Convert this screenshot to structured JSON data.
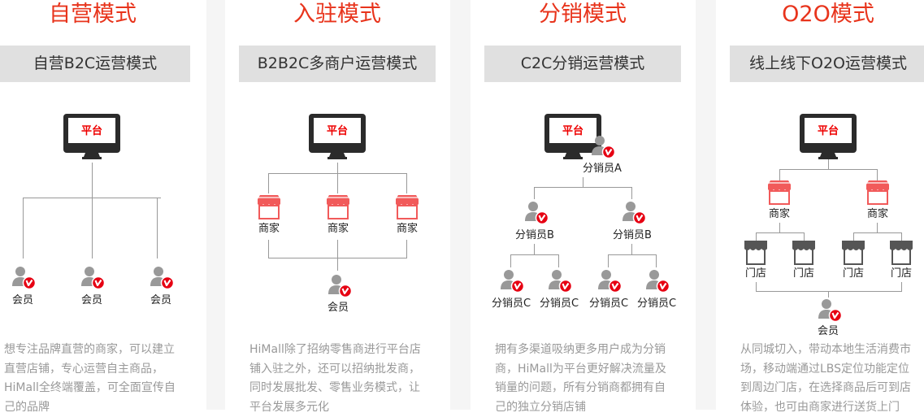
{
  "colors": {
    "title": "#e8341c",
    "subtitle_bg": "#e0e0e0",
    "separator": "#f5f5f5",
    "line": "#999999",
    "monitor": "#2b2b2b",
    "merchant_icon": "#f15a5a",
    "store_icon": "#555555",
    "user_icon": "#999999",
    "badge": "#e60012",
    "desc_text": "#999999"
  },
  "columns": [
    {
      "title": "自营模式",
      "subtitle": "自营B2C运营模式",
      "diagram": {
        "platform": "平台",
        "members": [
          "会员",
          "会员",
          "会员"
        ]
      },
      "description": [
        "想专注品牌直营的商家，可以建立",
        "直营店铺，专心运营自主商品，",
        "HiMall全终端覆盖，可全面宣传自",
        "己的品牌"
      ]
    },
    {
      "title": "入驻模式",
      "subtitle": "B2B2C多商户运营模式",
      "diagram": {
        "platform": "平台",
        "merchants": [
          "商家",
          "商家",
          "商家"
        ],
        "member": "会员"
      },
      "description": [
        "HiMall除了招纳零售商进行平台店",
        "铺入驻之外，还可以招纳批发商，",
        "同时发展批发、零售业务模式，让",
        "平台发展多元化"
      ]
    },
    {
      "title": "分销模式",
      "subtitle": "C2C分销运营模式",
      "diagram": {
        "platform": "平台",
        "level_a": "分销员A",
        "level_b": [
          "分销员B",
          "分销员B"
        ],
        "level_c": [
          "分销员C",
          "分销员C",
          "分销员C",
          "分销员C"
        ]
      },
      "description": [
        "拥有多渠道吸纳更多用户成为分销",
        "商，HiMall为平台更好解决流量及",
        "销量的问题，所有分销商都拥有自",
        "己的独立分销店铺"
      ]
    },
    {
      "title": "O2O模式",
      "subtitle": "线上线下O2O运营模式",
      "diagram": {
        "platform": "平台",
        "merchants": [
          "商家",
          "商家"
        ],
        "stores": [
          "门店",
          "门店",
          "门店",
          "门店"
        ],
        "member": "会员"
      },
      "description": [
        "从同城切入，带动本地生活消费市",
        "场，移动端通过LBS定位功能定位",
        "到周边门店，在选择商品后可到店",
        "体验，也可由商家进行送货上门"
      ]
    }
  ]
}
